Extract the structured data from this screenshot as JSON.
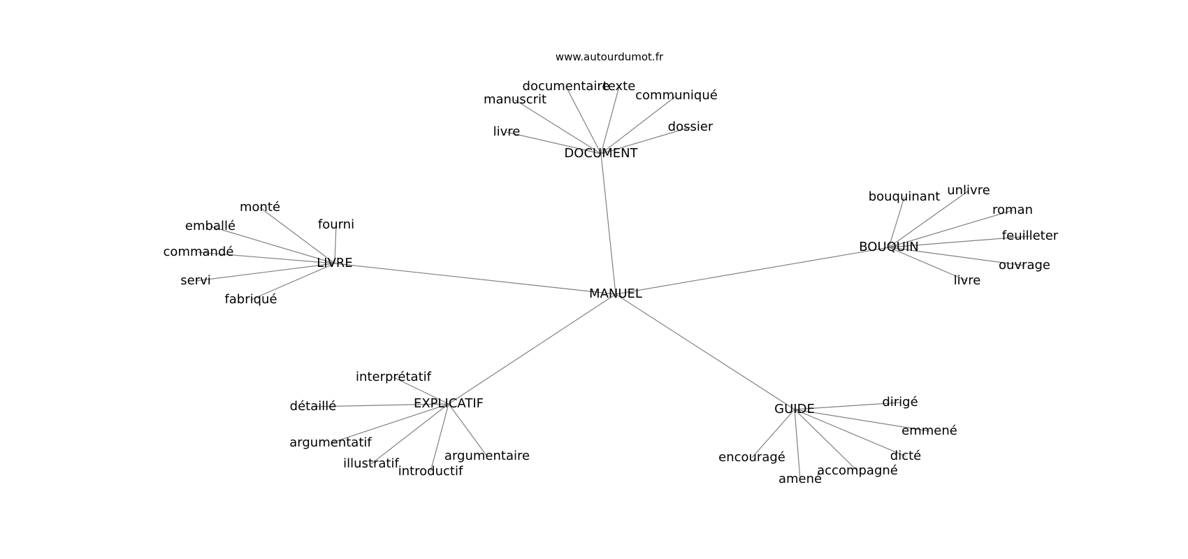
{
  "source": "www.autourdumot.fr",
  "colors": {
    "edge": "#808080",
    "text": "#000000",
    "background": "#ffffff"
  },
  "center": {
    "label": "MANUEL"
  },
  "clusters": [
    {
      "label": "DOCUMENT",
      "words": [
        "documentaire",
        "texte",
        "manuscrit",
        "communiqué",
        "livre",
        "dossier"
      ]
    },
    {
      "label": "LIVRE",
      "words": [
        "monté",
        "fourni",
        "emballé",
        "commandé",
        "servi",
        "fabriqué"
      ]
    },
    {
      "label": "BOUQUIN",
      "words": [
        "bouquinant",
        "unlivre",
        "roman",
        "feuilleter",
        "ouvrage",
        "livre"
      ]
    },
    {
      "label": "EXPLICATIF",
      "words": [
        "interprétatif",
        "détaillé",
        "argumentatif",
        "illustratif",
        "introductif",
        "argumentaire"
      ]
    },
    {
      "label": "GUIDE",
      "words": [
        "dirigé",
        "emmené",
        "dicté",
        "encouragé",
        "amené",
        "accompagné"
      ]
    }
  ]
}
